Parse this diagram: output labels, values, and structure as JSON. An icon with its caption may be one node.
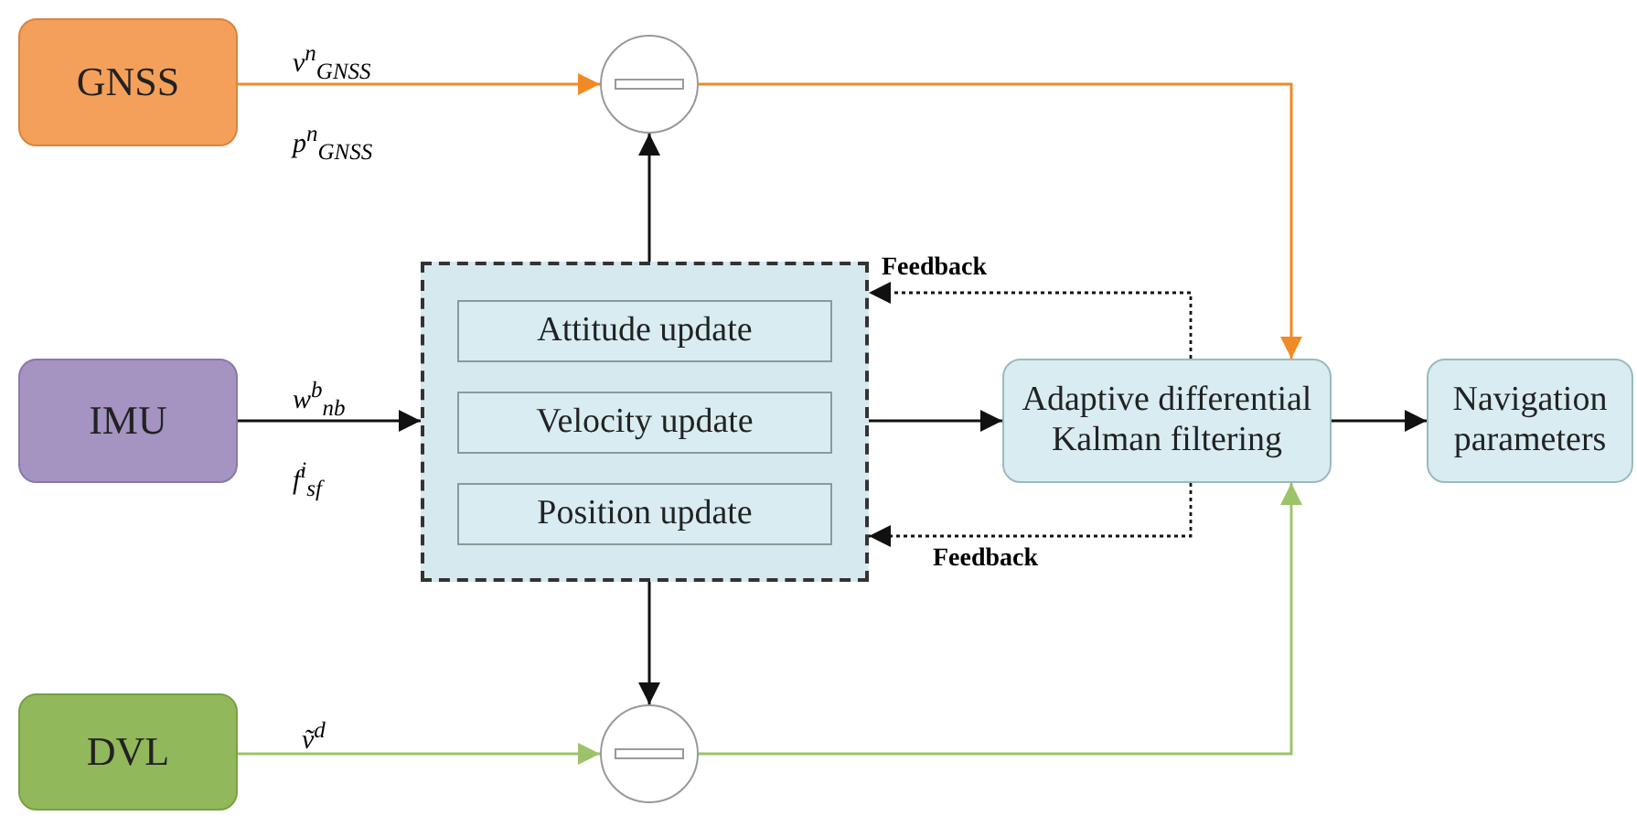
{
  "diagram": {
    "nodes": [
      {
        "text": [
          "GNSS"
        ]
      },
      {
        "text": [],
        "shape": "circle"
      },
      {
        "text": [
          "IMU"
        ]
      },
      {
        "text": [],
        "shape": "box"
      },
      {
        "text": [
          "Attitude update"
        ],
        "in": 3
      },
      {
        "text": [
          "Velocity update"
        ],
        "in": 3
      },
      {
        "text": [
          "Position update"
        ],
        "in": 3
      },
      {
        "text": [
          "Adaptive differential Kalman filtering"
        ]
      },
      {
        "text": [
          "Navigation parameters"
        ]
      },
      {
        "text": [
          "DVL"
        ]
      },
      {
        "text": [],
        "shape": "circle"
      }
    ],
    "edges": [
      {
        "from": 0,
        "to": 1,
        "arrow": "to",
        "label": "v$^{n}$$_{GNSS}$ p$^{n}$$_{GNSS}$",
        "color": "#f08a24"
      },
      {
        "from": 3,
        "to": 1,
        "arrow": "to"
      },
      {
        "from": 1,
        "to": 7,
        "arrow": "to",
        "color": "#f08a24"
      },
      {
        "from": 2,
        "to": 3,
        "arrow": "to",
        "label": "w$^{b}$$_{nb}$ f$^{i}$$_{sf}$"
      },
      {
        "from": 3,
        "to": 7,
        "arrow": "to"
      },
      {
        "from": 7,
        "to": 3,
        "arrow": "to",
        "label": "Feedback",
        "style": "dashed"
      },
      {
        "from": 7,
        "to": 3,
        "arrow": "to",
        "label": "Feedback",
        "style": "dashed"
      },
      {
        "from": 7,
        "to": 8,
        "arrow": "to"
      },
      {
        "from": 3,
        "to": 10,
        "arrow": "to"
      },
      {
        "from": 9,
        "to": 10,
        "arrow": "to",
        "label": "ṽ$^{d}$",
        "color": "#9dc36a"
      },
      {
        "from": 10,
        "to": 7,
        "arrow": "to",
        "color": "#9dc36a"
      }
    ]
  }
}
